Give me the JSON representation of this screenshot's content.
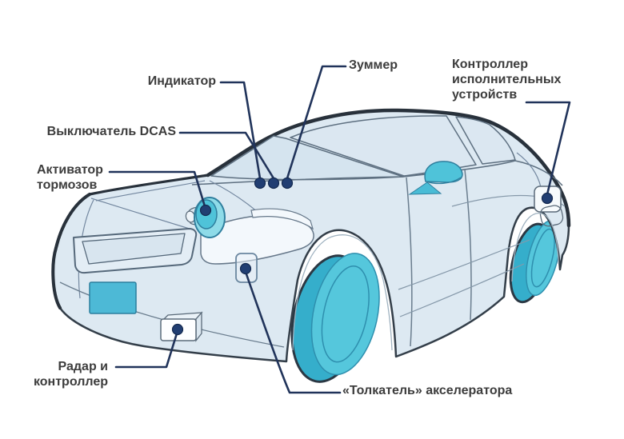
{
  "diagram": {
    "title_hint": "DCAS components diagram",
    "labels": {
      "indicator": "Индикатор",
      "buzzer": "Зуммер",
      "actuator_controller_lines": [
        "Контроллер",
        "исполнительных",
        "устройств"
      ],
      "dcas_switch": "Выключатель DCAS",
      "brake_activator_lines": [
        "Активатор",
        "тормозов"
      ],
      "radar_controller_lines": [
        "Радар и",
        "контроллер"
      ],
      "accel_pusher": "«Толкатель» акселератора"
    },
    "colors": {
      "body_fill": "#dde9f2",
      "window_fill": "#d9e6f1",
      "accent_teal": "#4fc3d9",
      "wheel_teal": "#55c7dc",
      "marker_navy": "#213e72",
      "leader_line": "#20335a",
      "outline": "#333e49",
      "label_text": "#3c3c3c"
    }
  }
}
